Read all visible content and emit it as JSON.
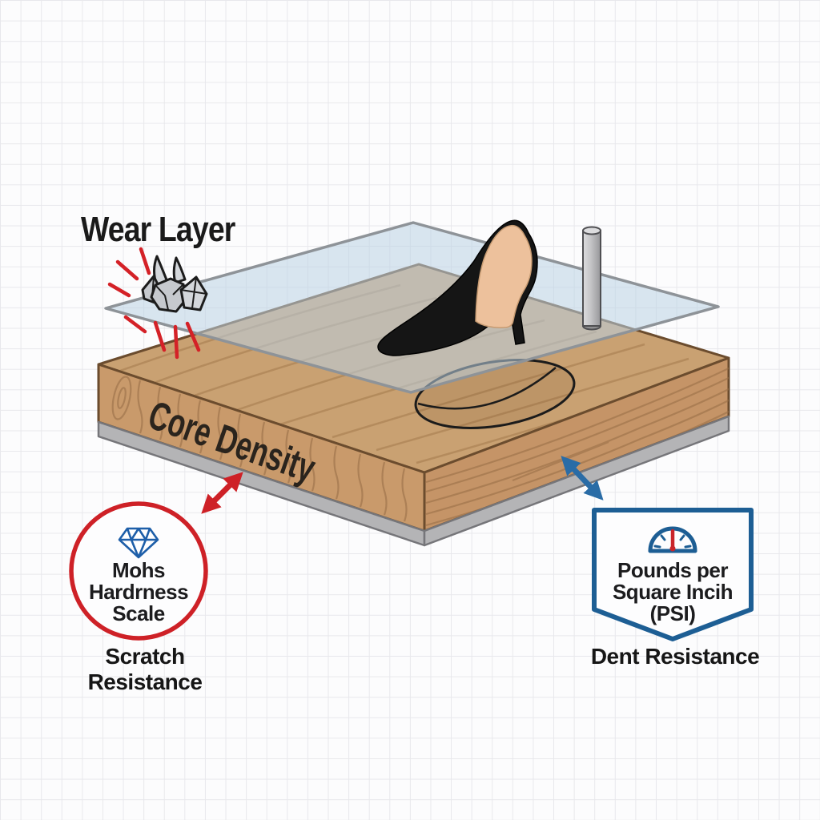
{
  "title": "Flooring layers infographic: wear layer vs core density",
  "labels": {
    "wear_layer": "Wear Layer",
    "core_density": "Core Density",
    "scratch_resistance": "Scratch Resistance",
    "dent_resistance": "Dent Resistance"
  },
  "badges": {
    "mohs": {
      "shape": "circle",
      "icon": "diamond-gem-icon",
      "lines": [
        "Mohs",
        "Hardrness",
        "Scale"
      ]
    },
    "psi": {
      "shape": "shield-banner",
      "icon": "pressure-gauge-icon",
      "lines": [
        "Pounds per",
        "Square Incih",
        "(PSI)"
      ]
    }
  },
  "illustration": {
    "objects": [
      "abrasive-stones-icon",
      "impact-lines",
      "transparent-wear-layer-sheet",
      "wood-core-plank",
      "gray-underlayment",
      "dent-ellipse",
      "high-heel-shoe-icon",
      "metal-rod-icon",
      "scratch-double-arrow",
      "dent-double-arrow"
    ]
  },
  "colors": {
    "accent_red": "#ce2127",
    "accent_blue": "#2a6ca6",
    "accent_blue_dark": "#1d5e94",
    "gem_blue": "#1e5fa9",
    "wood_face": "#c99a6b",
    "wood_top": "#c9a172",
    "wood_outline": "#6b4c2e",
    "grain": "#9a7048",
    "underlayment_gray": "#b4b4b6",
    "sheet_border_gray": "#8e9398",
    "text_dark": "#1b1b1b"
  }
}
